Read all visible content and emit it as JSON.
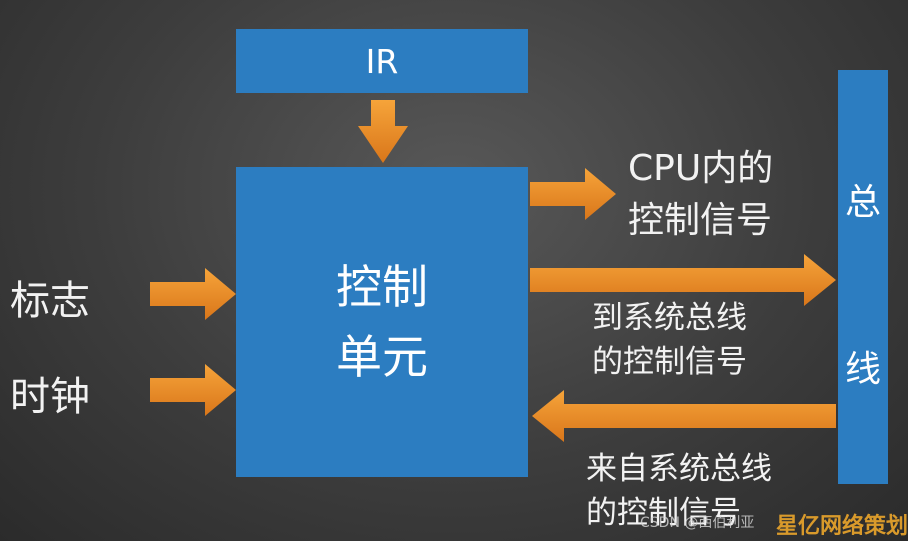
{
  "diagram": {
    "ir_box": {
      "label": "IR"
    },
    "control_unit": {
      "line1": "控制",
      "line2": "单元"
    },
    "bus": {
      "char1": "总",
      "char2": "线"
    },
    "inputs": {
      "flags": "标志",
      "clock": "时钟"
    },
    "outputs": {
      "cpu_internal": {
        "line1": "CPU内的",
        "line2": "控制信号"
      },
      "to_bus": {
        "line1": "到系统总线",
        "line2": "的控制信号"
      },
      "from_bus": {
        "line1": "来自系统总线",
        "line2": "的控制信号"
      }
    }
  },
  "watermark": {
    "text": "CSDN @西伯利亚"
  },
  "logo": {
    "text": "星亿网络策划"
  },
  "colors": {
    "box_blue": "#2c7dc1",
    "arrow_orange": "#e8871e",
    "background": "#3d3d3d"
  }
}
